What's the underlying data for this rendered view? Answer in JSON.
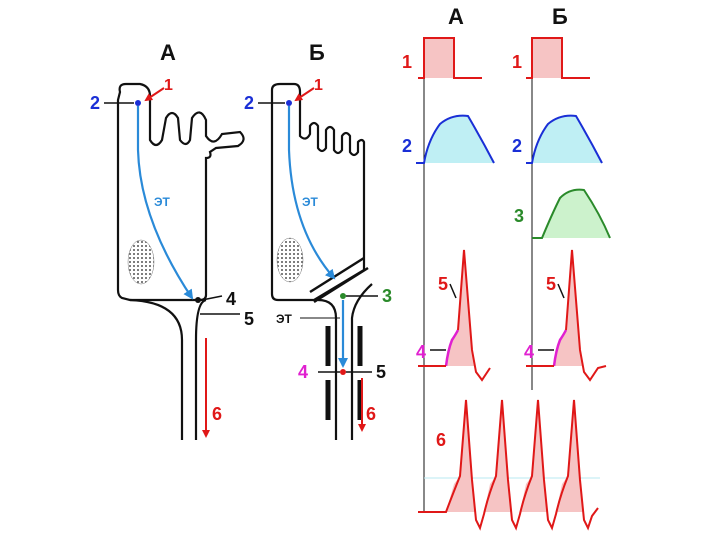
{
  "colors": {
    "red": "#e01818",
    "blue": "#1a2fd6",
    "arrow_blue": "#2a8ad8",
    "green": "#2a8a2a",
    "magenta": "#e020d0",
    "black": "#111111",
    "pink_fill": "#f6c4c4",
    "cyan_fill": "#bfeff4",
    "green_fill": "#ccf2cc"
  },
  "panel_A": {
    "title": "А",
    "label_1": "1",
    "label_2": "2",
    "label_4": "4",
    "label_5": "5",
    "label_6": "6",
    "transmitter": "ЭТ"
  },
  "panel_B": {
    "title": "Б",
    "label_1": "1",
    "label_2": "2",
    "label_3": "3",
    "label_4": "4",
    "label_5": "5",
    "label_6": "6",
    "transmitter": "ЭТ",
    "transmitter_synapse": "ЭТ"
  },
  "traces": {
    "col_A_title": "А",
    "col_B_title": "Б",
    "row1_A": "1",
    "row1_B": "1",
    "row2_A": "2",
    "row2_B": "2",
    "row3_B": "3",
    "row5_A": "5",
    "row5_B": "5",
    "row4_A": "4",
    "row4_B": "4",
    "row6": "6"
  }
}
